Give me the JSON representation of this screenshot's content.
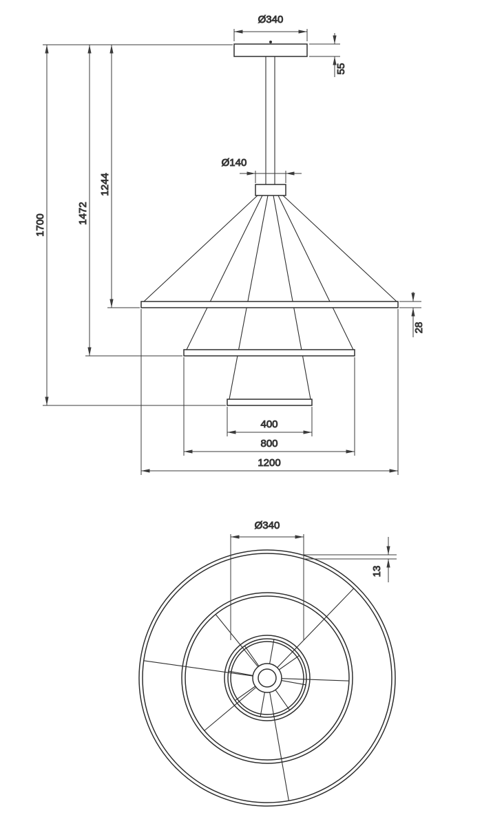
{
  "drawing": {
    "type": "technical-dimension-drawing",
    "subject": "three-ring pendant lamp",
    "colors": {
      "line": "#2e2e2e",
      "dimension_line": "#3a3a3a",
      "text": "#1b1b1b",
      "background": "#ffffff"
    },
    "elevation": {
      "dim_canopy_diameter": "Ø340",
      "dim_canopy_height": "55",
      "dim_hub_diameter": "Ø140",
      "dim_total_drop": "1700",
      "dim_drop_middle_ring": "1472",
      "dim_drop_large_ring": "1244",
      "dim_ring_profile_height": "28",
      "dim_small_ring_width": "400",
      "dim_middle_ring_width": "800",
      "dim_large_ring_width": "1200"
    },
    "plan": {
      "dim_canopy_diameter": "Ø340",
      "dim_ring_profile_width": "13"
    }
  }
}
